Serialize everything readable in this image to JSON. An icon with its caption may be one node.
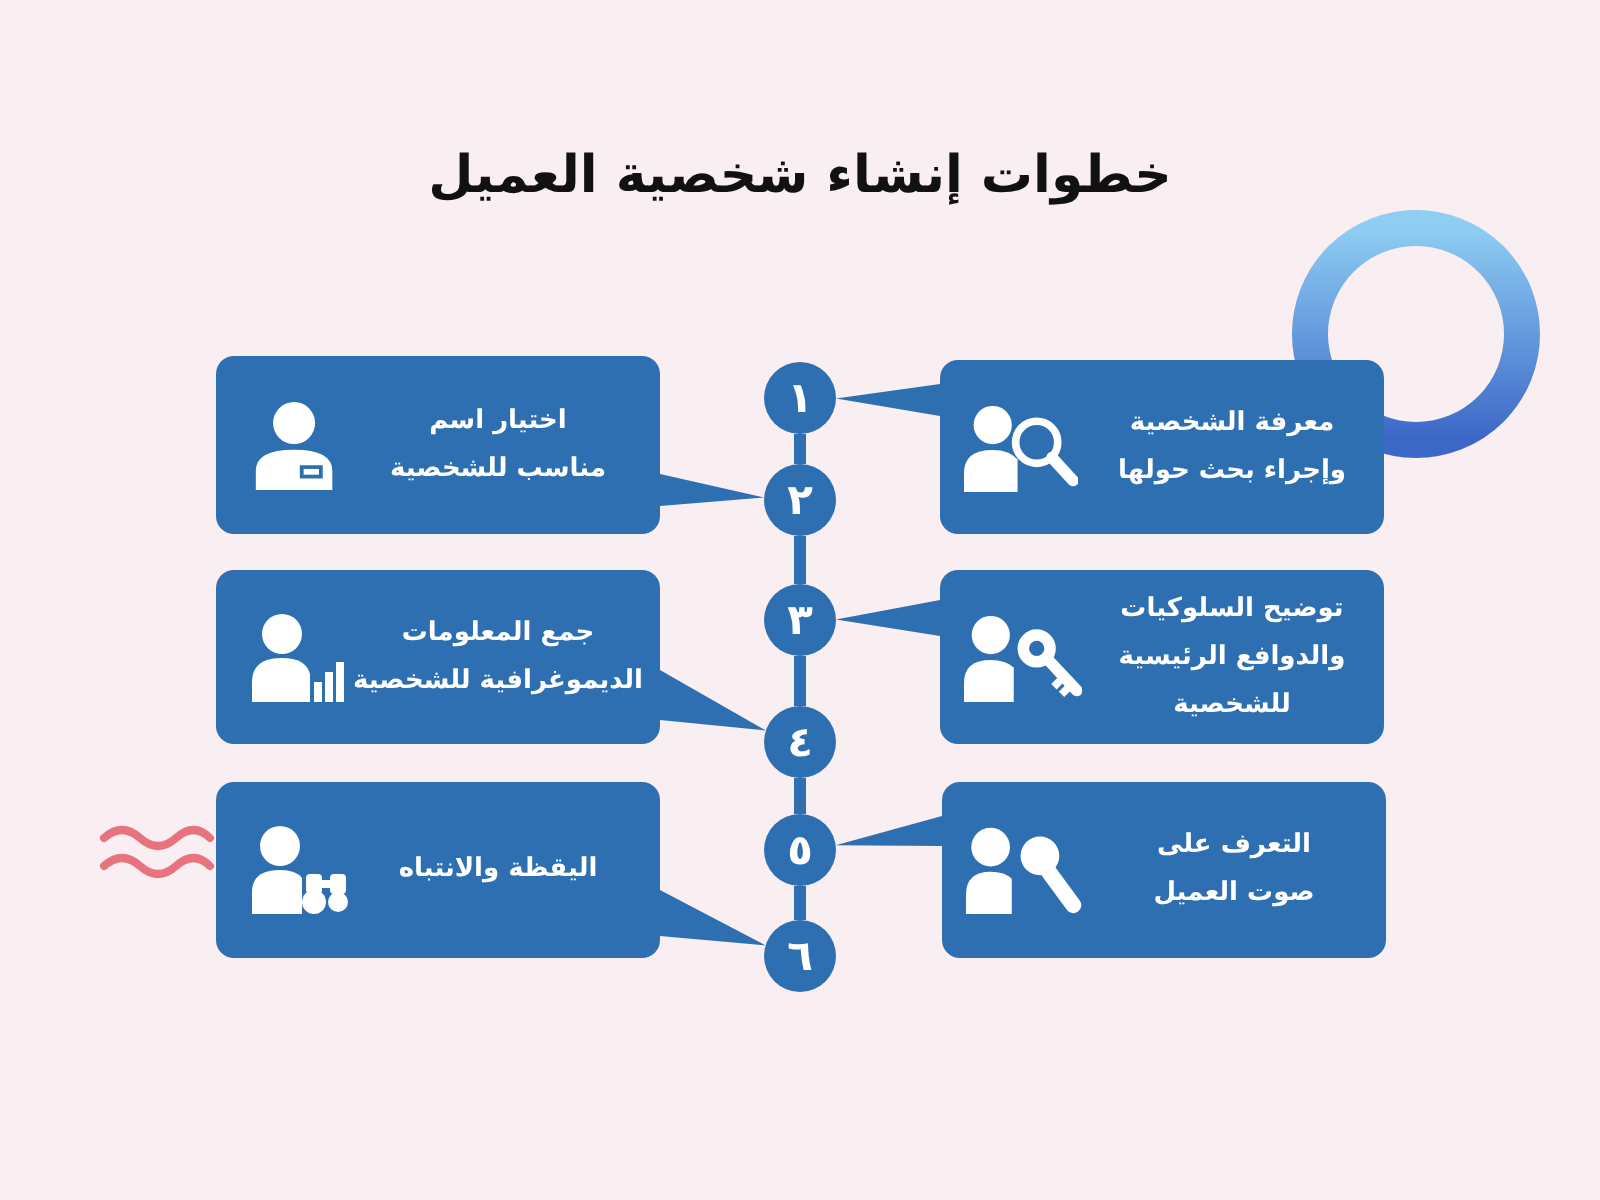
{
  "diagram": {
    "title": "خطوات إنشاء شخصية العميل",
    "nodes": [
      {
        "text": [
          "معرفة الشخصية وإجراء بحث حولها"
        ]
      },
      {
        "text": [
          "١"
        ]
      },
      {
        "text": [
          "٢"
        ]
      },
      {
        "text": [
          "اختيار اسم مناسب للشخصية"
        ]
      },
      {
        "text": [
          "توضيح السلوكيات والدوافع الرئيسية للشخصية"
        ]
      },
      {
        "text": [
          "٣"
        ]
      },
      {
        "text": [
          "٤"
        ]
      },
      {
        "text": [
          "جمع المعلومات الديموغرافية للشخصية"
        ]
      },
      {
        "text": [
          "التعرف على صوت العميل"
        ]
      },
      {
        "text": [
          "٥"
        ]
      },
      {
        "text": [
          "٦"
        ]
      },
      {
        "text": [
          "اليقظة والانتباه"
        ]
      }
    ],
    "edges": [
      {
        "from": 0,
        "to": 1,
        "arrow": "none"
      },
      {
        "from": 1,
        "to": 2,
        "arrow": "none"
      },
      {
        "from": 3,
        "to": 2,
        "arrow": "none"
      },
      {
        "from": 2,
        "to": 5,
        "arrow": "none"
      },
      {
        "from": 4,
        "to": 5,
        "arrow": "none"
      },
      {
        "from": 5,
        "to": 6,
        "arrow": "none"
      },
      {
        "from": 7,
        "to": 6,
        "arrow": "none"
      },
      {
        "from": 6,
        "to": 9,
        "arrow": "none"
      },
      {
        "from": 8,
        "to": 9,
        "arrow": "none"
      },
      {
        "from": 9,
        "to": 10,
        "arrow": "none"
      },
      {
        "from": 11,
        "to": 10,
        "arrow": "none"
      }
    ]
  }
}
